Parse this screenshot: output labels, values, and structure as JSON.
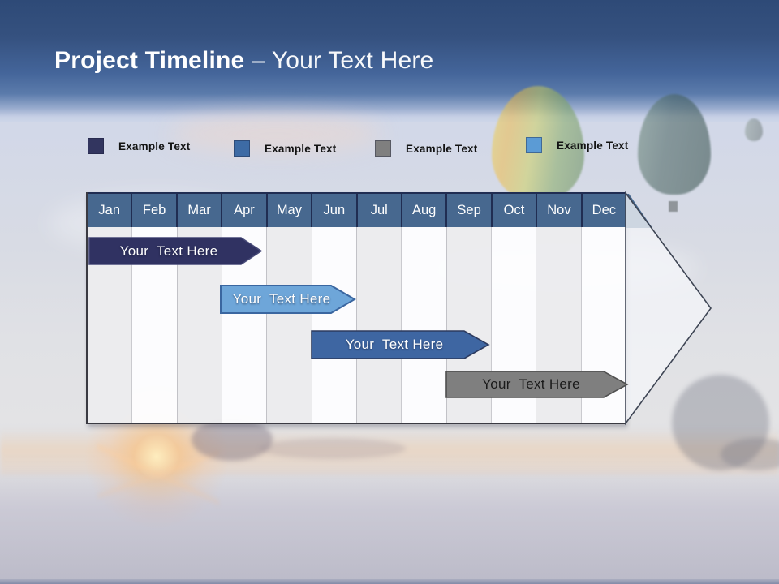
{
  "title": {
    "bold": "Project Timeline",
    "rest": " – Your Text Here"
  },
  "legend": {
    "items": [
      {
        "label": "Example Text",
        "color": "#32355f"
      },
      {
        "label": "Example Text",
        "color": "#3d6ba5"
      },
      {
        "label": "Example Text",
        "color": "#7f7f7f"
      },
      {
        "label": "Example Text",
        "color": "#5b9bd5"
      }
    ]
  },
  "timeline": {
    "months": [
      "Jan",
      "Feb",
      "Mar",
      "Apr",
      "May",
      "Jun",
      "Jul",
      "Aug",
      "Sep",
      "Oct",
      "Nov",
      "Dec"
    ],
    "header_color": "#47688f",
    "arrow": {
      "fill": "rgba(244,245,248,0.78)",
      "stroke": "#3e4554"
    },
    "bars": [
      {
        "label": "Your  Text Here",
        "fill": "#303262",
        "stroke": "#474a78",
        "text_color": "#ffffff",
        "start": "Jan",
        "end": "Mar"
      },
      {
        "label": "Your  Text Here",
        "fill": "#6ea6d9",
        "stroke": "#3a66a0",
        "text_color": "#ffffff",
        "start": "Apr",
        "end": "Jun"
      },
      {
        "label": "Your  Text Here",
        "fill": "#3e66a2",
        "stroke": "#2c3a5e",
        "text_color": "#ffffff",
        "start": "Jun",
        "end": "Sep"
      },
      {
        "label": "Your  Text Here",
        "fill": "#7f7f7f",
        "stroke": "#4f4f4f",
        "text_color": "#1a1a1a",
        "start": "Sep",
        "end": "Dec"
      }
    ]
  }
}
